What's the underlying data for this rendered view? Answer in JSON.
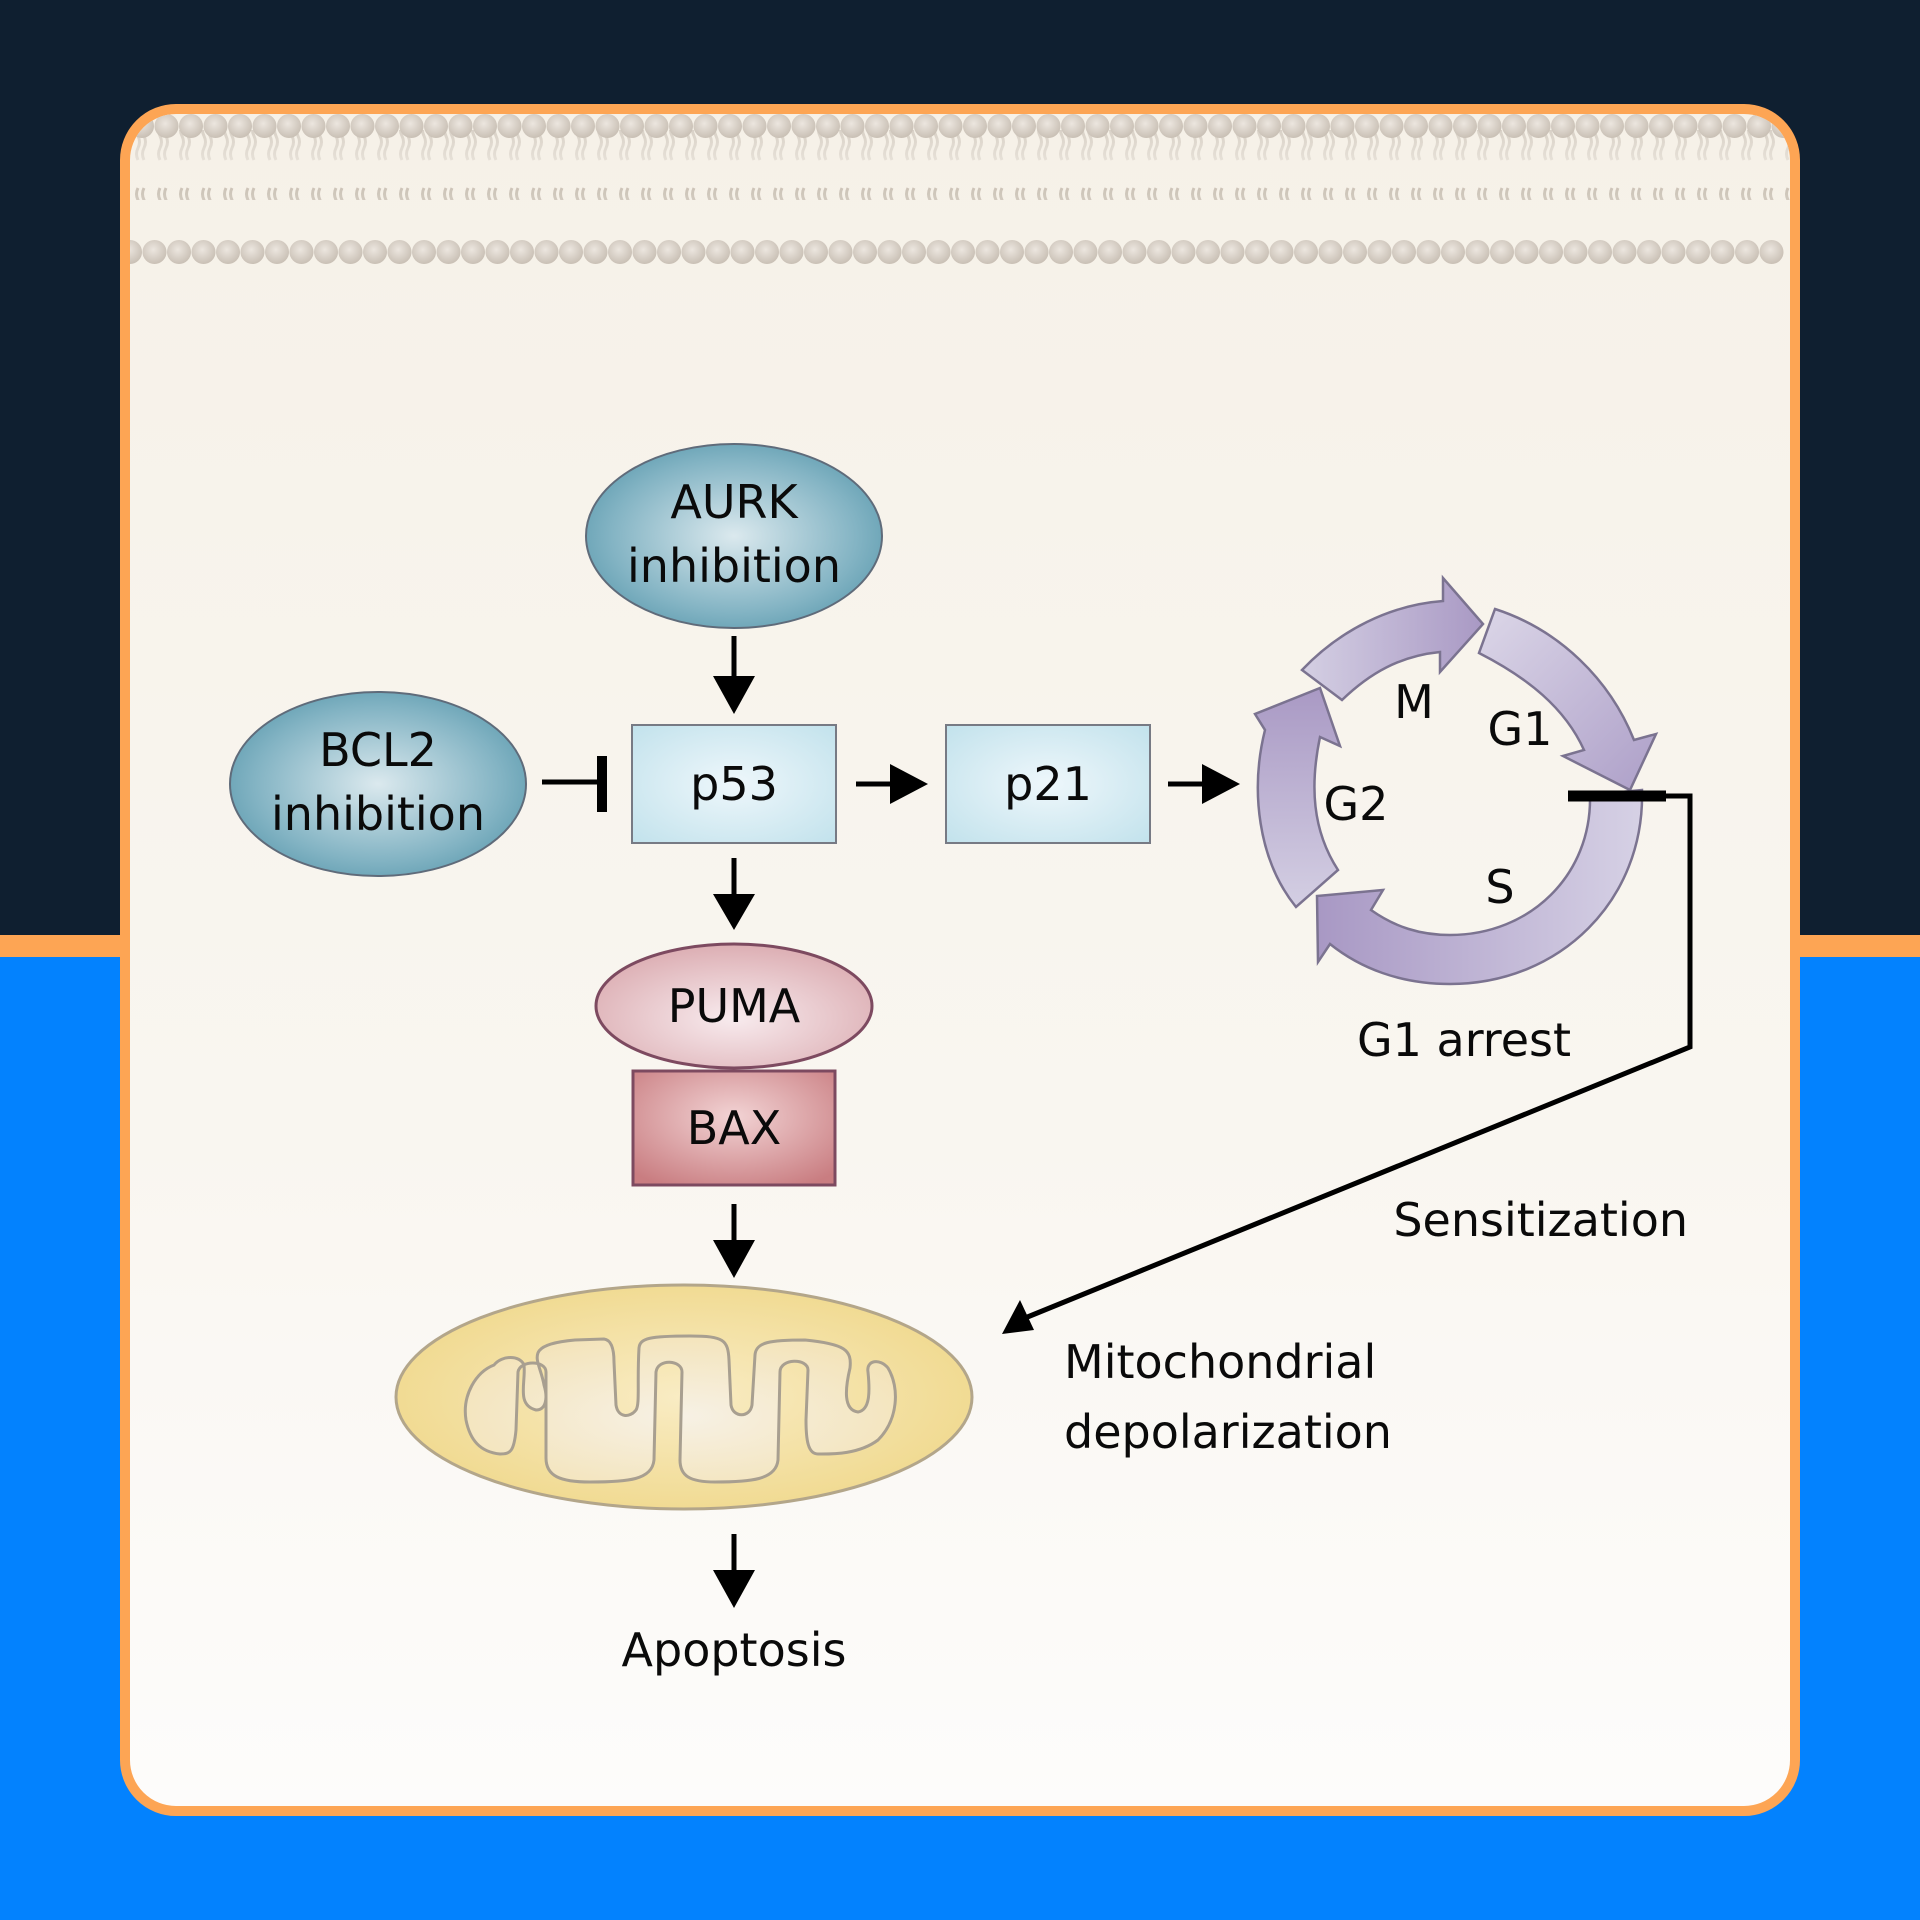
{
  "diagram": {
    "title": "AURK and BCL2 inhibition pathway to apoptosis",
    "nodes": {
      "aurk": {
        "line1": "AURK",
        "line2": "inhibition"
      },
      "bcl2": {
        "line1": "BCL2",
        "line2": "inhibition"
      },
      "p53": "p53",
      "p21": "p21",
      "puma": "PUMA",
      "bax": "BAX",
      "apoptosis": "Apoptosis",
      "mito_label": {
        "line1": "Mitochondrial",
        "line2": "depolarization"
      }
    },
    "cell_cycle": {
      "phases": [
        "M",
        "G1",
        "S",
        "G2"
      ],
      "caption": "G1 arrest"
    },
    "sensitization_label": "Sensitization",
    "edges": [
      {
        "from": "AURK inhibition",
        "to": "p53",
        "type": "activates"
      },
      {
        "from": "BCL2 inhibition",
        "to": "p53",
        "type": "inhibits"
      },
      {
        "from": "p53",
        "to": "p21",
        "type": "activates"
      },
      {
        "from": "p21",
        "to": "cell cycle",
        "type": "activates"
      },
      {
        "from": "p53",
        "to": "PUMA",
        "type": "activates"
      },
      {
        "from": "BAX",
        "to": "mitochondrion",
        "type": "activates"
      },
      {
        "from": "mitochondrion",
        "to": "Apoptosis",
        "type": "activates"
      },
      {
        "from": "G1 arrest",
        "to": "mitochondrion",
        "type": "sensitization"
      }
    ],
    "colors": {
      "frame": "#fda554",
      "background_top": "#0f1f30",
      "background_bottom": "#0382fe",
      "teal_node": "#5e9fb3",
      "box_node": "#cde8f0",
      "puma_node": "#e8c2c6",
      "bax_node": "#d49a9e",
      "cycle_arrows": "#b0a3c8",
      "mitochondrion": "#f2dc9c"
    }
  }
}
